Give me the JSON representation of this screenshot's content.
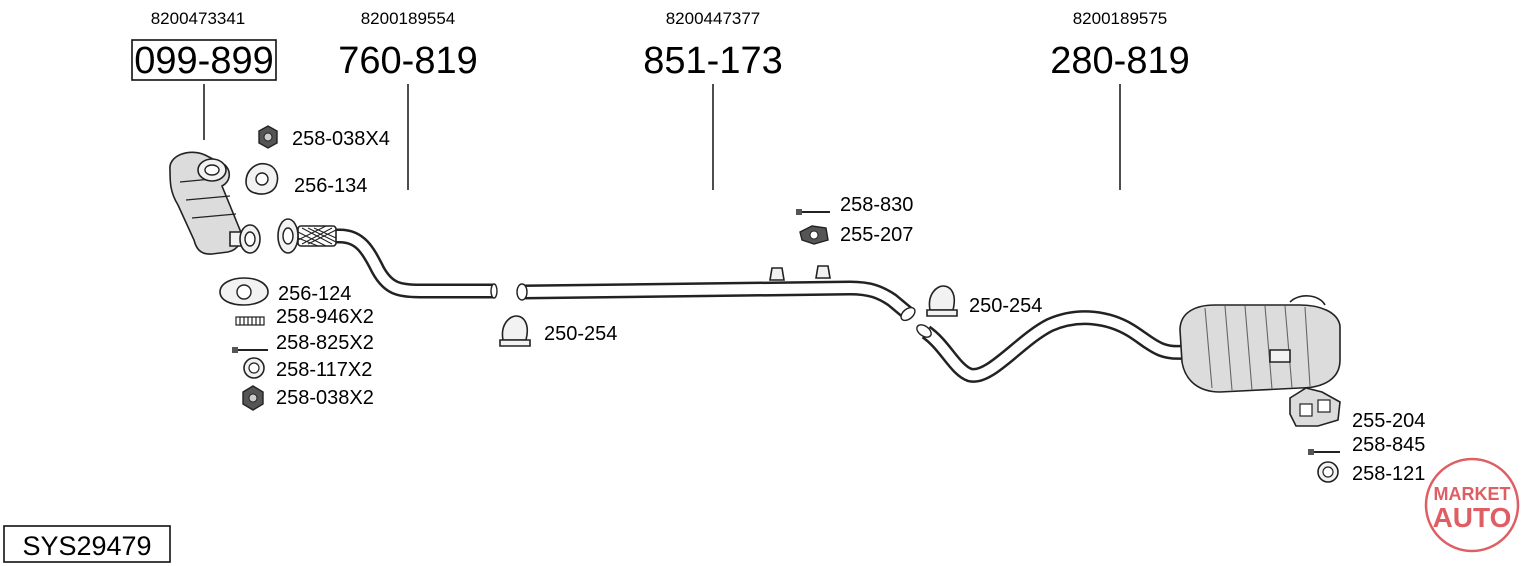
{
  "system_code": "SYS29479",
  "assemblies": [
    {
      "oem": "8200473341",
      "part": "099-899",
      "boxed": true
    },
    {
      "oem": "8200189554",
      "part": "760-819",
      "boxed": false
    },
    {
      "oem": "8200447377",
      "part": "851-173",
      "boxed": false
    },
    {
      "oem": "8200189575",
      "part": "280-819",
      "boxed": false
    }
  ],
  "fittings": {
    "nut_x4": "258-038X4",
    "gasket_front": "256-134",
    "gasket_mid": "256-124",
    "spring": "258-946X2",
    "bolt_a": "258-825X2",
    "ring_a": "258-117X2",
    "nut_x2": "258-038X2",
    "clamp_mid": "250-254",
    "bolt_hanger": "258-830",
    "hanger_mid": "255-207",
    "clamp_rear": "250-254",
    "hanger_rear": "255-204",
    "bolt_rear": "258-845",
    "ring_rear": "258-121"
  },
  "watermark": {
    "line1": "MARKET",
    "line2": "AUTO",
    "color": "#d9434a"
  }
}
